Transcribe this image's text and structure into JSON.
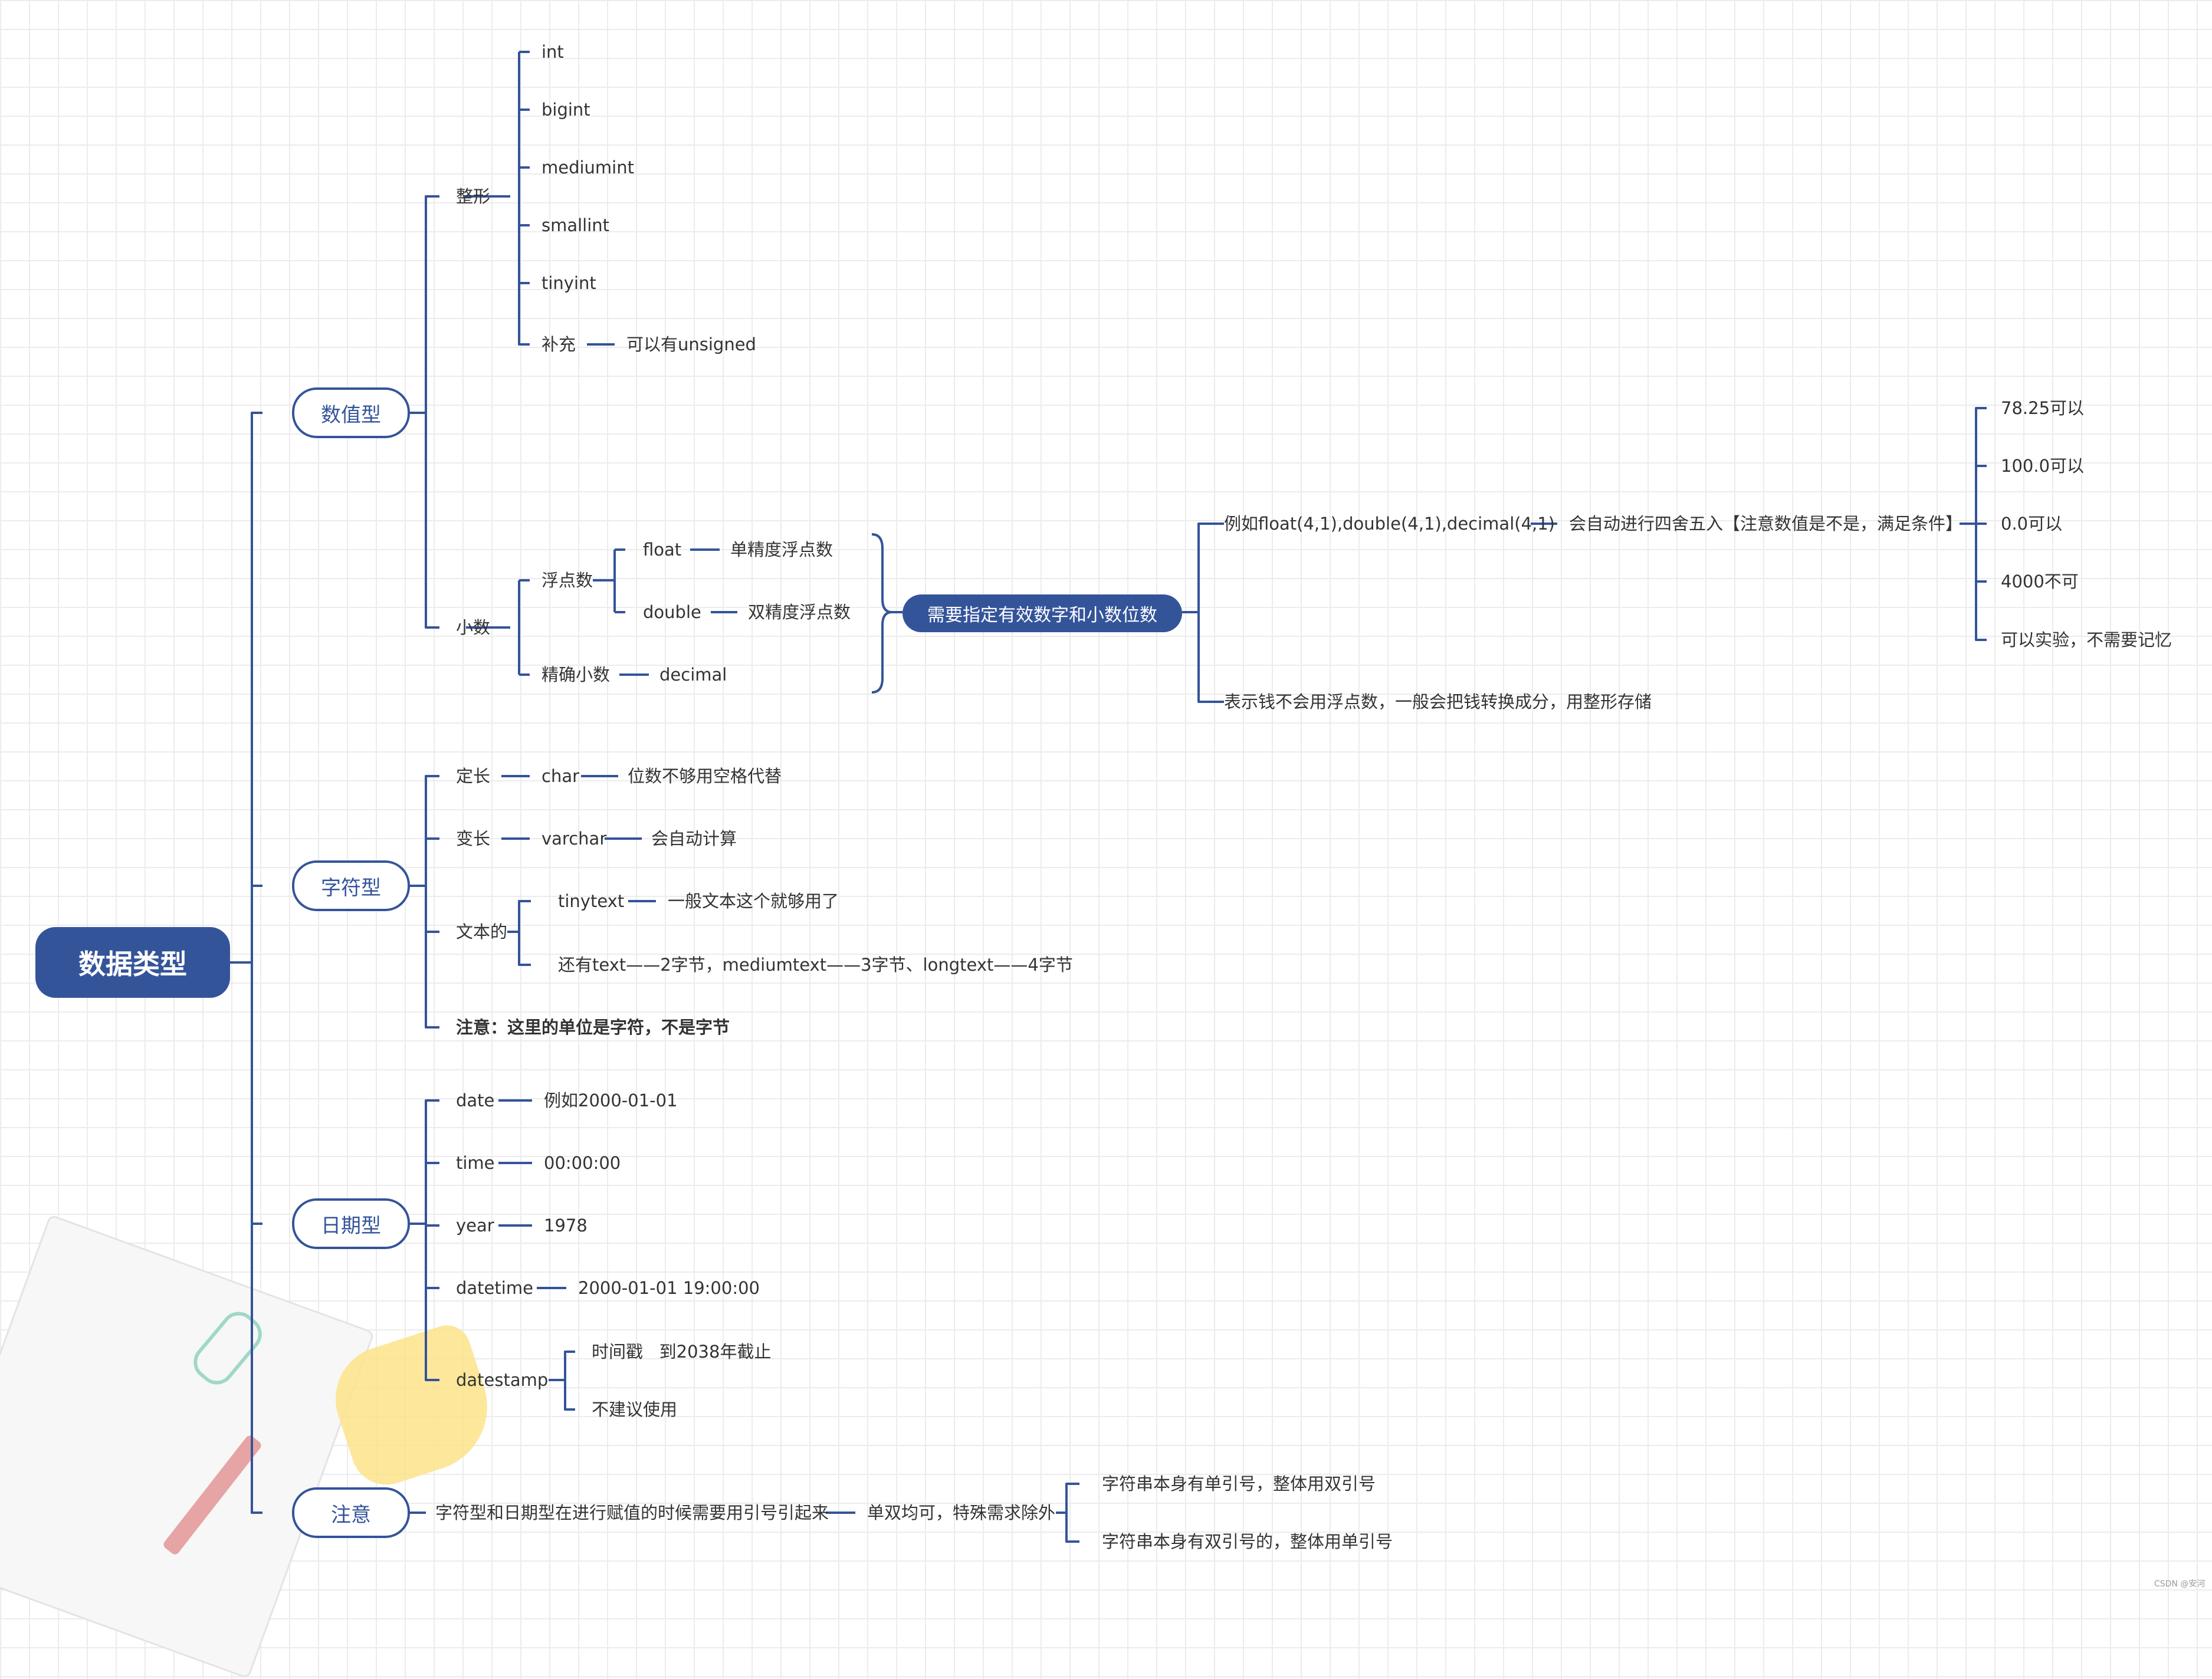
{
  "root": "数据类型",
  "categories": {
    "numeric": "数值型",
    "string": "字符型",
    "date": "日期型",
    "note": "注意"
  },
  "numeric": {
    "integer": {
      "label": "整形",
      "items": [
        "int",
        "bigint",
        "mediumint",
        "smallint",
        "tinyint"
      ],
      "supplement": {
        "label": "补充",
        "value": "可以有unsigned"
      }
    },
    "decimal": {
      "label": "小数",
      "float_group": {
        "label": "浮点数",
        "float": {
          "name": "float",
          "desc": "单精度浮点数"
        },
        "double": {
          "name": "double",
          "desc": "双精度浮点数"
        }
      },
      "exact": {
        "label": "精确小数",
        "value": "decimal"
      },
      "highlight": "需要指定有效数字和小数位数",
      "example": "例如float(4,1),double(4,1),decimal(4,1)",
      "rounding": "会自动进行四舍五入【注意数值是不是，满足条件】",
      "cases": [
        "78.25可以",
        "100.0可以",
        "0.0可以",
        "4000不可",
        "可以实验，不需要记忆"
      ],
      "money": "表示钱不会用浮点数，一般会把钱转换成分，用整形存储"
    }
  },
  "string": {
    "fixed": {
      "label": "定长",
      "type": "char",
      "desc": "位数不够用空格代替"
    },
    "variable": {
      "label": "变长",
      "type": "varchar",
      "desc": "会自动计算"
    },
    "text": {
      "label": "文本的",
      "tiny": {
        "type": "tinytext",
        "desc": "一般文本这个就够用了"
      },
      "others": "还有text——2字节，mediumtext——3字节、longtext——4字节"
    },
    "note": "注意：这里的单位是字符，不是字节"
  },
  "date": {
    "date": {
      "label": "date",
      "value": "例如2000-01-01"
    },
    "time": {
      "label": "time",
      "value": "00:00:00"
    },
    "year": {
      "label": "year",
      "value": "1978"
    },
    "datetime": {
      "label": "datetime",
      "value": "2000-01-01 19:00:00"
    },
    "datestamp": {
      "label": "datestamp",
      "items": [
        "时间戳   到2038年截止",
        "不建议使用"
      ]
    }
  },
  "note": {
    "main": "字符型和日期型在进行赋值的时候需要用引号引起来",
    "sub": "单双均可，特殊需求除外",
    "items": [
      "字符串本身有单引号，整体用双引号",
      "字符串本身有双引号的，整体用单引号"
    ]
  },
  "watermark": "CSDN @安河",
  "colors": {
    "line": "#34549a",
    "root_fill": "#34549a",
    "text": "#333333"
  }
}
